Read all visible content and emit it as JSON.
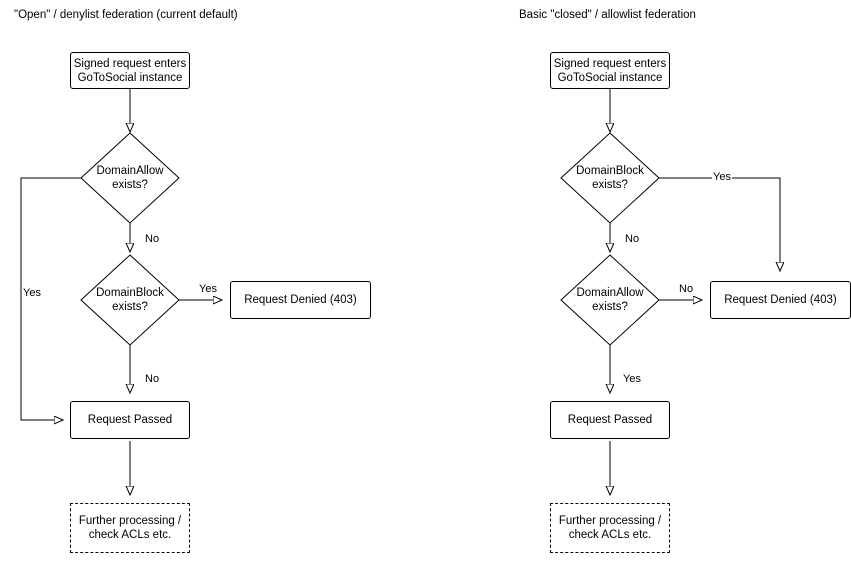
{
  "diagrams": [
    {
      "title": "\"Open\" / denylist federation (current default)",
      "nodes": {
        "entry": "Signed request enters\nGoToSocial instance",
        "first_decision": "DomainAllow\nexists?",
        "second_decision": "DomainBlock\nexists?",
        "denied": "Request Denied (403)",
        "passed": "Request Passed",
        "further": "Further processing /\ncheck ACLs etc."
      },
      "edge_labels": {
        "allow_yes": "Yes",
        "allow_no": "No",
        "block_yes": "Yes",
        "block_no": "No"
      }
    },
    {
      "title": "Basic \"closed\" / allowlist federation",
      "nodes": {
        "entry": "Signed request enters\nGoToSocial instance",
        "first_decision": "DomainBlock\nexists?",
        "second_decision": "DomainAllow\nexists?",
        "denied": "Request Denied (403)",
        "passed": "Request Passed",
        "further": "Further processing /\ncheck ACLs etc."
      },
      "edge_labels": {
        "block_yes": "Yes",
        "block_no": "No",
        "allow_no": "No",
        "allow_yes": "Yes"
      }
    }
  ],
  "style": {
    "stroke": "#000000",
    "background": "#ffffff"
  }
}
